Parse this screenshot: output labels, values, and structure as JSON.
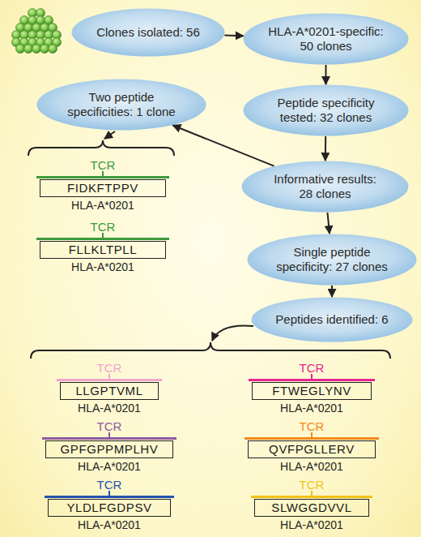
{
  "diagram": {
    "nodes": [
      {
        "text": [
          "Clones isolated: 56"
        ]
      },
      {
        "text": [
          "HLA-A*0201-specific: 50 clones"
        ]
      },
      {
        "text": [
          "Two peptide specificities: 1 clone"
        ]
      },
      {
        "text": [
          "Peptide specificity tested: 32 clones"
        ]
      },
      {
        "text": [
          "Informative results: 28 clones"
        ]
      },
      {
        "text": [
          "TCR",
          "FIDKFTPPV",
          "HLA-A*0201"
        ]
      },
      {
        "text": [
          "TCR",
          "FLLKLTPLL",
          "HLA-A*0201"
        ]
      },
      {
        "text": [
          "Single peptide specificity: 27 clones"
        ]
      },
      {
        "text": [
          "Peptides identified: 6"
        ]
      },
      {
        "text": [
          "TCR",
          "LLGPTVML",
          "HLA-A*0201"
        ]
      },
      {
        "text": [
          "TCR",
          "FTWEGLYNV",
          "HLA-A*0201"
        ]
      },
      {
        "text": [
          "TCR",
          "GPFGPPMPLHV",
          "HLA-A*0201"
        ]
      },
      {
        "text": [
          "TCR",
          "QVFPGLLERV",
          "HLA-A*0201"
        ]
      },
      {
        "text": [
          "TCR",
          "YLDLFGDPSV",
          "HLA-A*0201"
        ]
      },
      {
        "text": [
          "TCR",
          "SLWGGDVVL",
          "HLA-A*0201"
        ]
      }
    ],
    "edges": [
      {
        "from": 0,
        "to": 1,
        "arrow": "to"
      },
      {
        "from": 1,
        "to": 3,
        "arrow": "to"
      },
      {
        "from": 3,
        "to": 4,
        "arrow": "to"
      },
      {
        "from": 4,
        "to": 2,
        "arrow": "to"
      },
      {
        "from": 4,
        "to": 7,
        "arrow": "to"
      },
      {
        "from": 7,
        "to": 8,
        "arrow": "to"
      }
    ]
  }
}
